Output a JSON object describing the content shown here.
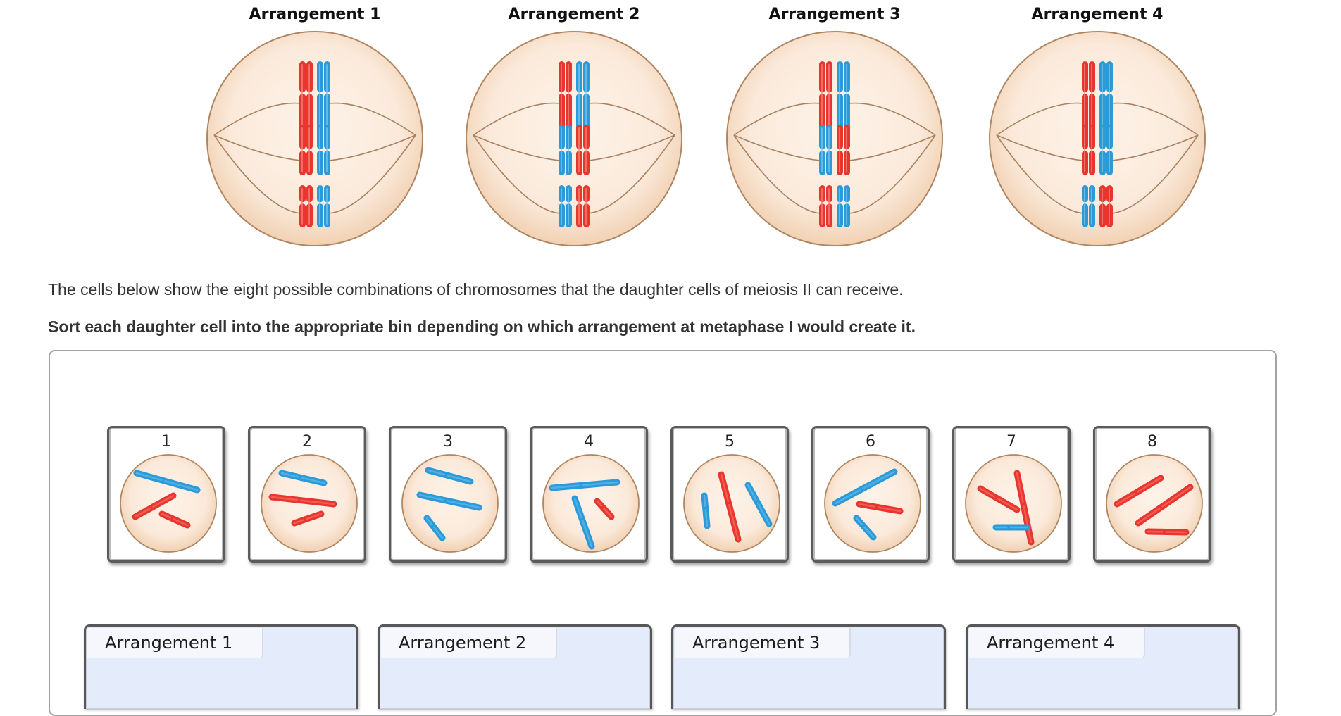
{
  "arrangements": [
    {
      "title": "Arrangement 1",
      "pairs": [
        [
          "red",
          "blue"
        ],
        [
          "red",
          "blue"
        ],
        [
          "red",
          "blue"
        ]
      ]
    },
    {
      "title": "Arrangement 2",
      "pairs": [
        [
          "red",
          "blue"
        ],
        [
          "blue",
          "red"
        ],
        [
          "blue",
          "red"
        ]
      ]
    },
    {
      "title": "Arrangement 3",
      "pairs": [
        [
          "red",
          "blue"
        ],
        [
          "blue",
          "red"
        ],
        [
          "red",
          "blue"
        ]
      ]
    },
    {
      "title": "Arrangement 4",
      "pairs": [
        [
          "red",
          "blue"
        ],
        [
          "red",
          "blue"
        ],
        [
          "blue",
          "red"
        ]
      ]
    }
  ],
  "instructions": {
    "line1": "The cells below show the eight possible combinations of chromosomes that the daughter cells of meiosis II can receive.",
    "line2": "Sort each daughter cell into the appropriate bin depending on which arrangement at metaphase I would create it."
  },
  "daughter_cells": [
    {
      "label": "1",
      "chromosomes": [
        {
          "color": "blue",
          "size": "large"
        },
        {
          "color": "red",
          "size": "medium"
        },
        {
          "color": "red",
          "size": "small"
        }
      ]
    },
    {
      "label": "2",
      "chromosomes": [
        {
          "color": "blue",
          "size": "medium"
        },
        {
          "color": "red",
          "size": "large"
        },
        {
          "color": "red",
          "size": "small"
        }
      ]
    },
    {
      "label": "3",
      "chromosomes": [
        {
          "color": "blue",
          "size": "medium"
        },
        {
          "color": "blue",
          "size": "large"
        },
        {
          "color": "blue",
          "size": "small"
        }
      ]
    },
    {
      "label": "4",
      "chromosomes": [
        {
          "color": "blue",
          "size": "large"
        },
        {
          "color": "blue",
          "size": "medium"
        },
        {
          "color": "red",
          "size": "small"
        }
      ]
    },
    {
      "label": "5",
      "chromosomes": [
        {
          "color": "blue",
          "size": "small"
        },
        {
          "color": "red",
          "size": "large"
        },
        {
          "color": "blue",
          "size": "medium"
        }
      ]
    },
    {
      "label": "6",
      "chromosomes": [
        {
          "color": "blue",
          "size": "large"
        },
        {
          "color": "red",
          "size": "medium"
        },
        {
          "color": "blue",
          "size": "small"
        }
      ]
    },
    {
      "label": "7",
      "chromosomes": [
        {
          "color": "red",
          "size": "medium"
        },
        {
          "color": "red",
          "size": "large"
        },
        {
          "color": "blue",
          "size": "small"
        }
      ]
    },
    {
      "label": "8",
      "chromosomes": [
        {
          "color": "red",
          "size": "medium"
        },
        {
          "color": "red",
          "size": "large"
        },
        {
          "color": "red",
          "size": "small"
        }
      ]
    }
  ],
  "bins": [
    {
      "label": "Arrangement 1"
    },
    {
      "label": "Arrangement 2"
    },
    {
      "label": "Arrangement 3"
    },
    {
      "label": "Arrangement 4"
    }
  ],
  "colors": {
    "red": "#e8362f",
    "blue": "#2a9ad8",
    "cell_fill": "#fbeadb",
    "cell_stroke": "#b08662",
    "bin_fill": "#e4ebfa"
  }
}
